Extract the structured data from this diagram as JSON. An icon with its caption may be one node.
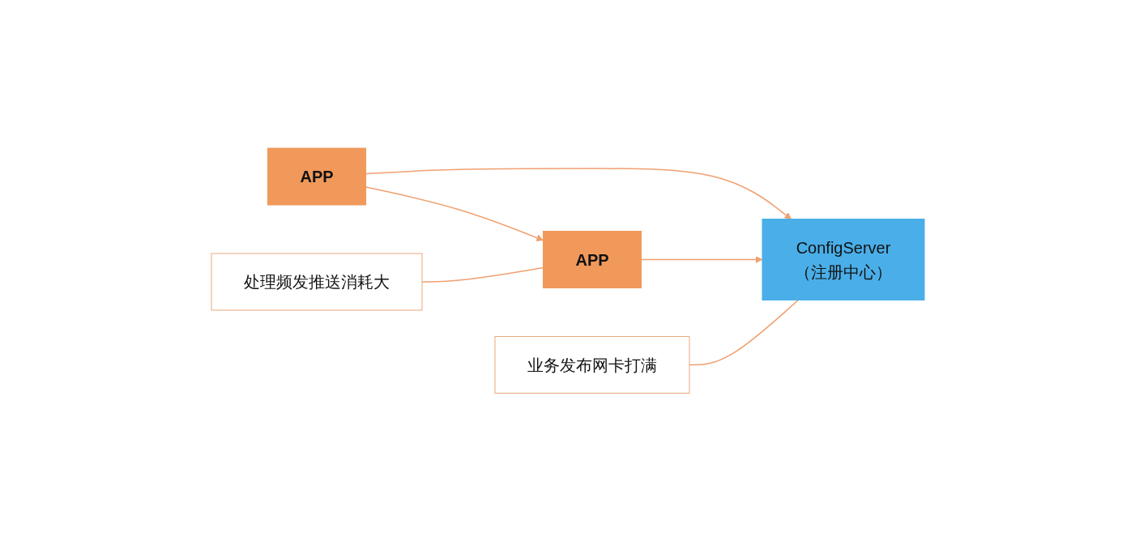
{
  "diagram": {
    "nodes": [
      {
        "text": [
          "APP"
        ]
      },
      {
        "text": [
          "APP"
        ]
      },
      {
        "text": [
          "处理频发推送消耗大"
        ]
      },
      {
        "text": [
          "ConfigServer",
          "（注册中心）"
        ]
      },
      {
        "text": [
          "业务发布网卡打满"
        ]
      }
    ],
    "edges": [
      {
        "from": 0,
        "to": 1,
        "arrow": "to"
      },
      {
        "from": 0,
        "to": 3,
        "arrow": "to"
      },
      {
        "from": 1,
        "to": 3,
        "arrow": "to"
      },
      {
        "from": 2,
        "to": 1,
        "arrow": "none"
      },
      {
        "from": 4,
        "to": 3,
        "arrow": "none"
      }
    ]
  }
}
